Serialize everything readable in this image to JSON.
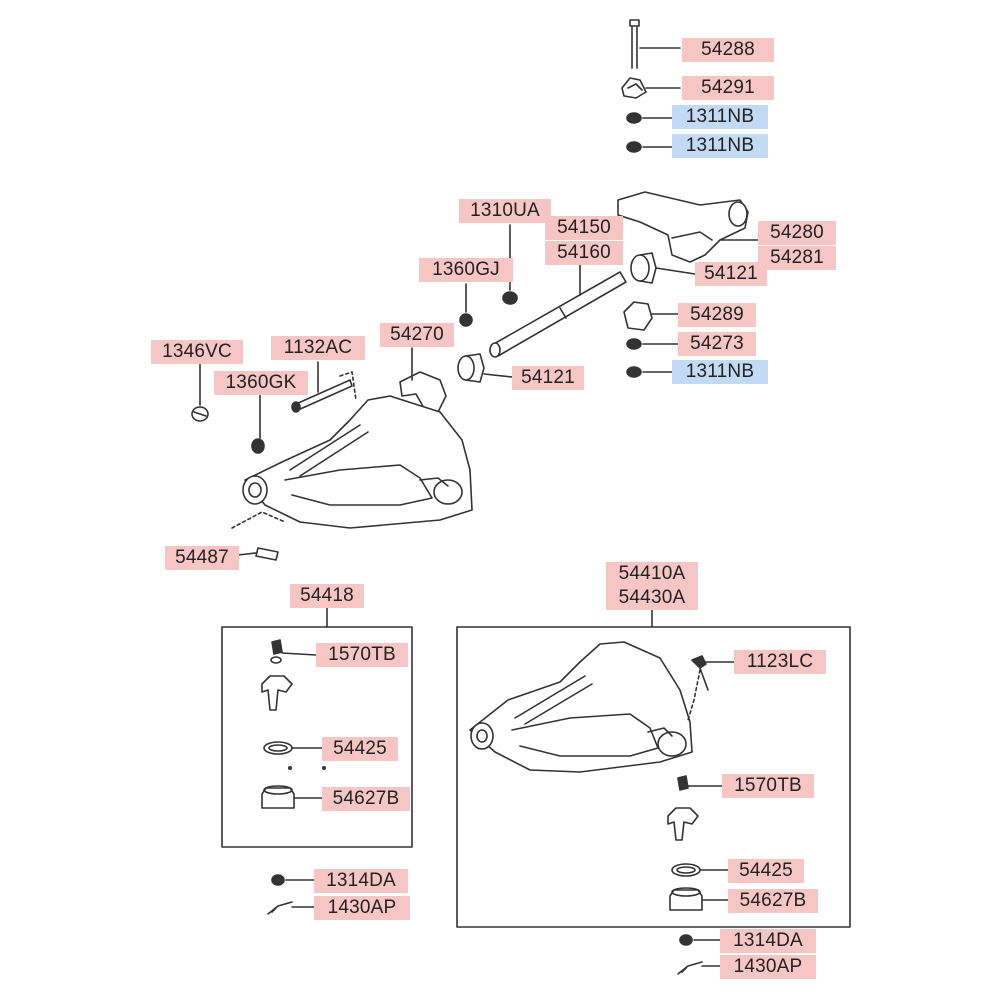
{
  "colors": {
    "part_label_bg": "#f6c6c4",
    "alt_label_bg": "#c3daf4",
    "line": "#333333"
  },
  "labels": {
    "p54288": "54288",
    "p54291": "54291",
    "p1311nb_a": "1311NB",
    "p1311nb_b": "1311NB",
    "p1310ua": "1310UA",
    "p54150": "54150",
    "p54160": "54160",
    "p54280": "54280",
    "p54281": "54281",
    "p1360gj": "1360GJ",
    "p54121_a": "54121",
    "p54289": "54289",
    "p54273": "54273",
    "p1311nb_c": "1311NB",
    "p1346vc": "1346VC",
    "p1132ac": "1132AC",
    "p54270": "54270",
    "p1360gk": "1360GK",
    "p54121_b": "54121",
    "p54487": "54487",
    "p54418": "54418",
    "p54410a": "54410A",
    "p54430a": "54430A",
    "p1570tb_l": "1570TB",
    "p54425_l": "54425",
    "p54627b_l": "54627B",
    "p1314da_l": "1314DA",
    "p1430ap_l": "1430AP",
    "p1123lc": "1123LC",
    "p1570tb_r": "1570TB",
    "p54425_r": "54425",
    "p54627b_r": "54627B",
    "p1314da_r": "1314DA",
    "p1430ap_r": "1430AP"
  }
}
